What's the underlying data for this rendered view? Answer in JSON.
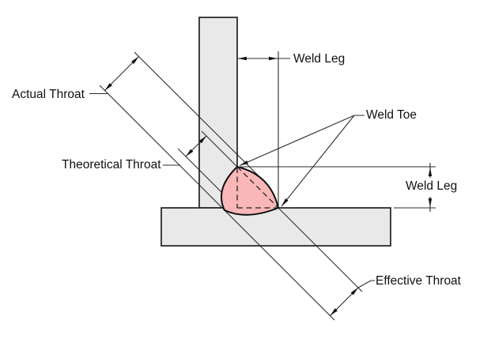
{
  "diagram": {
    "type": "fillet-weld-terminology-diagram",
    "labels": {
      "actual_throat": "Actual Throat",
      "theoretical_throat": "Theoretical Throat",
      "effective_throat": "Effective Throat",
      "weld_leg_top": "Weld Leg",
      "weld_leg_right": "Weld Leg",
      "weld_toe": "Weld Toe"
    },
    "colors": {
      "background": "#FFFFFF",
      "plate_fill": "#E9E9E9",
      "plate_stroke": "#2B2B2B",
      "weld_fill": "#F9B7B7",
      "weld_stroke": "#111111",
      "line": "#2B2B2B",
      "text": "#111111"
    }
  }
}
